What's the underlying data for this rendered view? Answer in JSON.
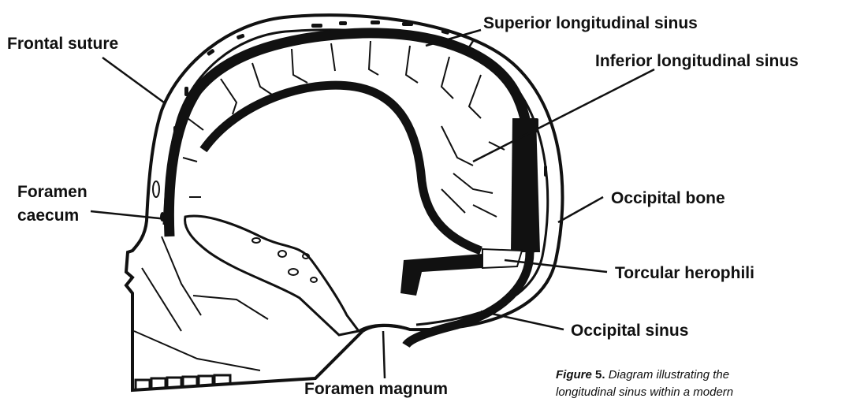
{
  "labels": {
    "frontal_suture": "Frontal suture",
    "superior_longitudinal_sinus": "Superior longitudinal sinus",
    "inferior_longitudinal_sinus": "Inferior longitudinal sinus",
    "foramen_caecum_line1": "Foramen",
    "foramen_caecum_line2": "caecum",
    "occipital_bone": "Occipital bone",
    "torcular_herophili": "Torcular herophili",
    "occipital_sinus": "Occipital sinus",
    "foramen_magnum": "Foramen magnum"
  },
  "caption": {
    "figure_word": "Figure",
    "figure_number": "5.",
    "line1_text": "Diagram illustrating the",
    "line2_text": "longitudinal sinus within a modern"
  },
  "colors": {
    "ink": "#111111",
    "paper": "#ffffff"
  }
}
